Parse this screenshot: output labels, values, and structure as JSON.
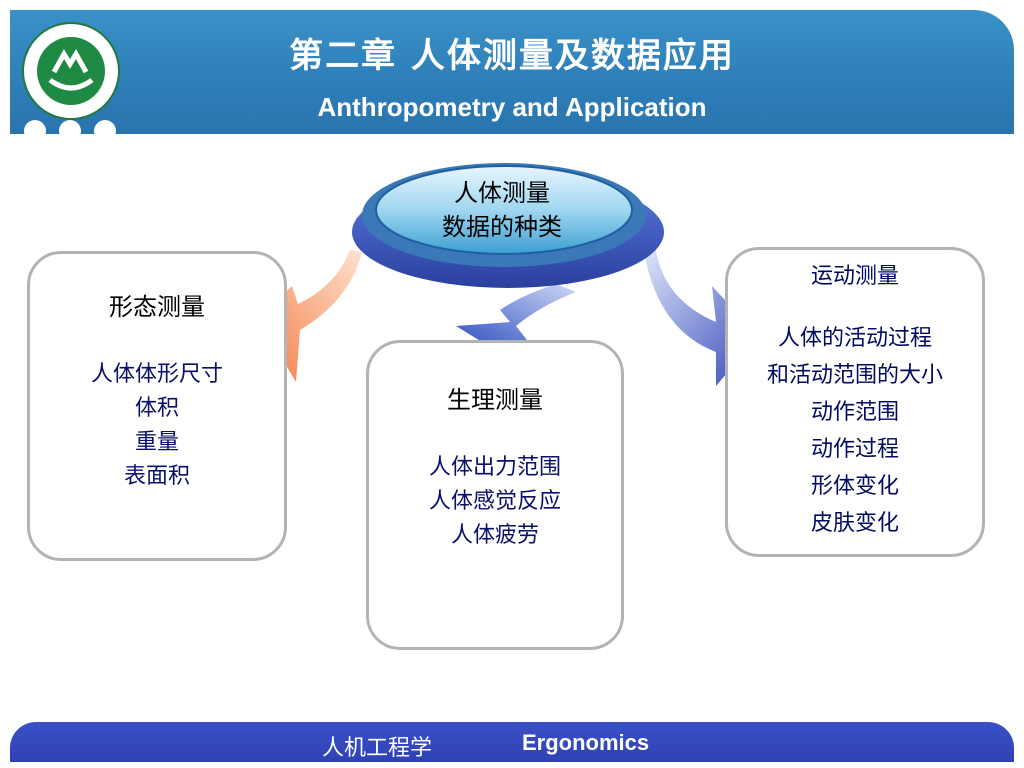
{
  "header": {
    "title": "第二章  人体测量及数据应用",
    "subtitle": "Anthropometry  and  Application"
  },
  "center": {
    "line1": "人体测量",
    "line2": "数据的种类"
  },
  "boxes": {
    "left": {
      "heading": "形态测量",
      "items": [
        "人体体形尺寸",
        "体积",
        "重量",
        "表面积"
      ]
    },
    "middle": {
      "heading": "生理测量",
      "items": [
        "人体出力范围",
        "人体感觉反应",
        "人体疲劳"
      ]
    },
    "right": {
      "heading": "运动测量",
      "items": [
        "人体的活动过程",
        "和活动范围的大小",
        "动作范围",
        "动作过程",
        "形体变化",
        "皮肤变化"
      ]
    }
  },
  "footer": {
    "cn": "人机工程学",
    "en": "Ergonomics"
  },
  "colors": {
    "header": "#2f7fb9",
    "footer": "#3448bb",
    "left_arrow": "#f48a55",
    "mid_arrow": "#3a5fc8",
    "right_arrow": "#3b55c0",
    "box_text": "#0a0f6a"
  }
}
